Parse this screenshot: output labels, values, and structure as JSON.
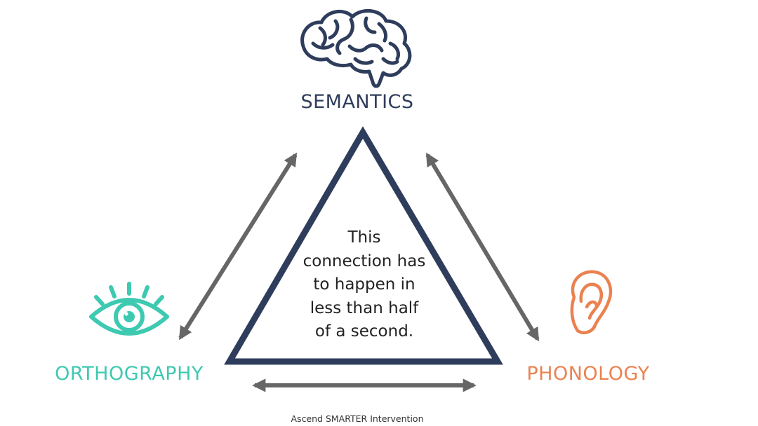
{
  "colors": {
    "semantics": "#2f3d5c",
    "orthography": "#3ec9b1",
    "phonology": "#ea8250",
    "arrow": "#666666",
    "triangle": "#2f3d5c",
    "text": "#222222"
  },
  "nodes": {
    "semantics": {
      "label": "SEMANTICS",
      "icon": "brain-icon"
    },
    "orthography": {
      "label": "ORTHOGRAPHY",
      "icon": "eye-icon"
    },
    "phonology": {
      "label": "PHONOLOGY",
      "icon": "ear-icon"
    }
  },
  "center_text": {
    "lines": [
      "This",
      "connection has",
      "to happen in",
      "less than half",
      "of a second."
    ]
  },
  "footer": {
    "caption": "Ascend SMARTER Intervention"
  }
}
